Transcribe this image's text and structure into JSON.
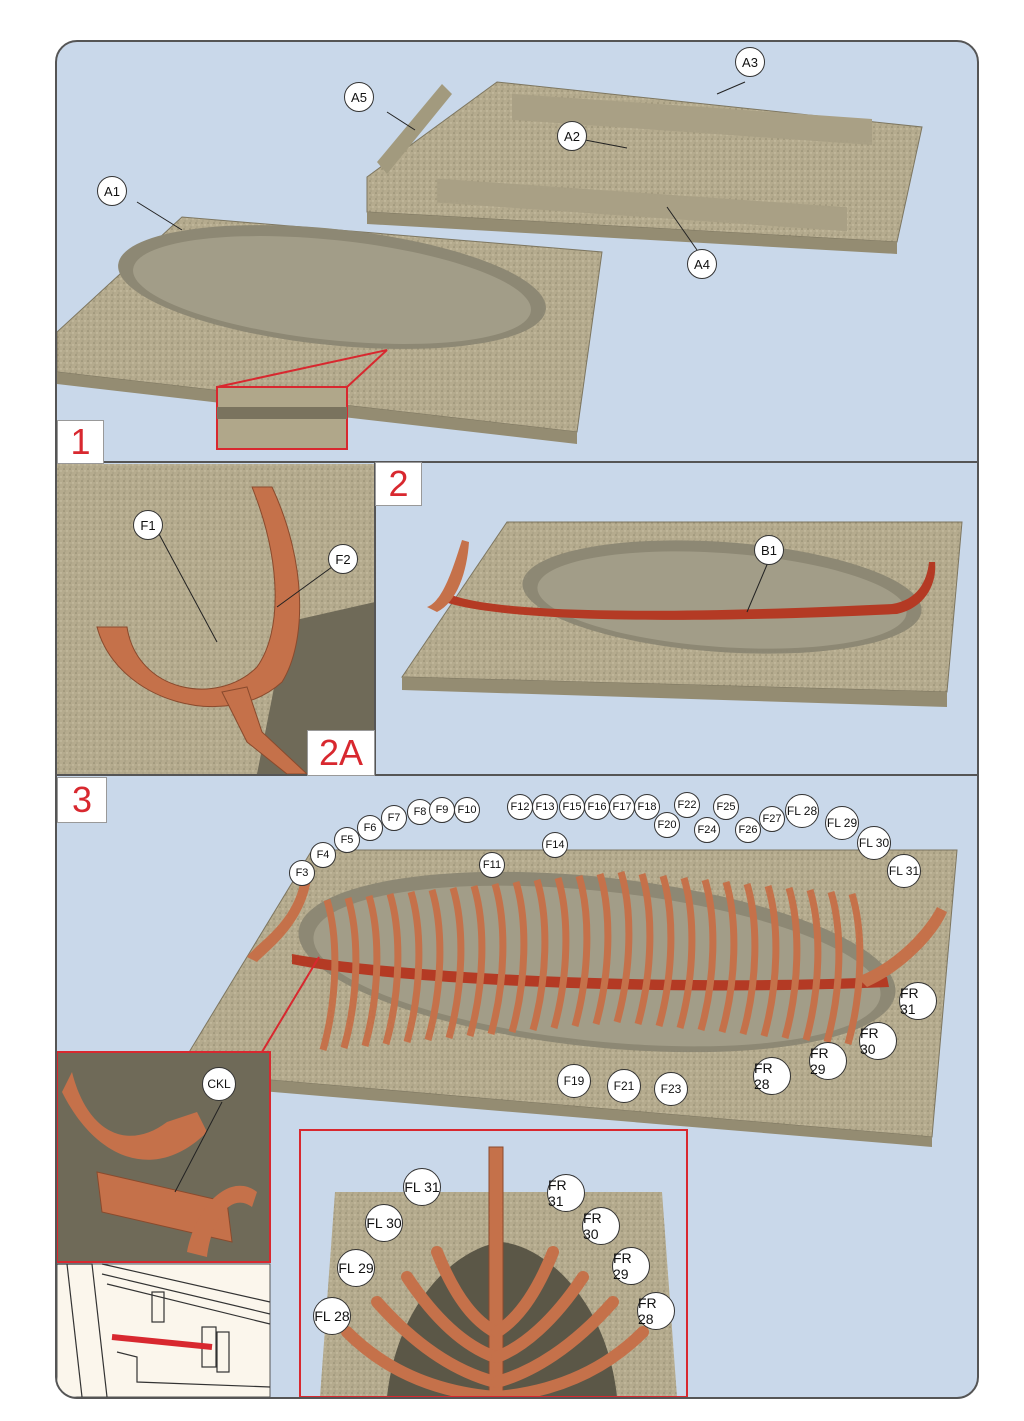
{
  "steps": [
    {
      "number": "1"
    },
    {
      "number": "2"
    },
    {
      "number": "2A"
    },
    {
      "number": "3"
    }
  ],
  "step1_labels": {
    "a1": "A1",
    "a2": "A2",
    "a3": "A3",
    "a4": "A4",
    "a5": "A5"
  },
  "step2_labels": {
    "f1": "F1",
    "f2": "F2",
    "b1": "B1"
  },
  "step3_frames": [
    "F3",
    "F4",
    "F5",
    "F6",
    "F7",
    "F8",
    "F9",
    "F10",
    "F11",
    "F12",
    "F13",
    "F14",
    "F15",
    "F16",
    "F17",
    "F18",
    "F20",
    "F22",
    "F24",
    "F25",
    "F26",
    "F27",
    "FL 28",
    "FL 29",
    "FL 30",
    "FL 31"
  ],
  "step3_bottom": [
    "F19",
    "F21",
    "F23",
    "FR 28",
    "FR 29",
    "FR 30",
    "FR 31"
  ],
  "ckl": "CKL",
  "detail_left": [
    "FL 31",
    "FL 30",
    "FL 29",
    "FL 28"
  ],
  "detail_right": [
    "FR 31",
    "FR 30",
    "FR 29",
    "FR 28"
  ],
  "colors": {
    "background": "#c9d8ea",
    "board": "#b4aa8d",
    "frame_wood": "#c5714a",
    "keel": "#b43a24",
    "accent_red": "#d8282f"
  }
}
